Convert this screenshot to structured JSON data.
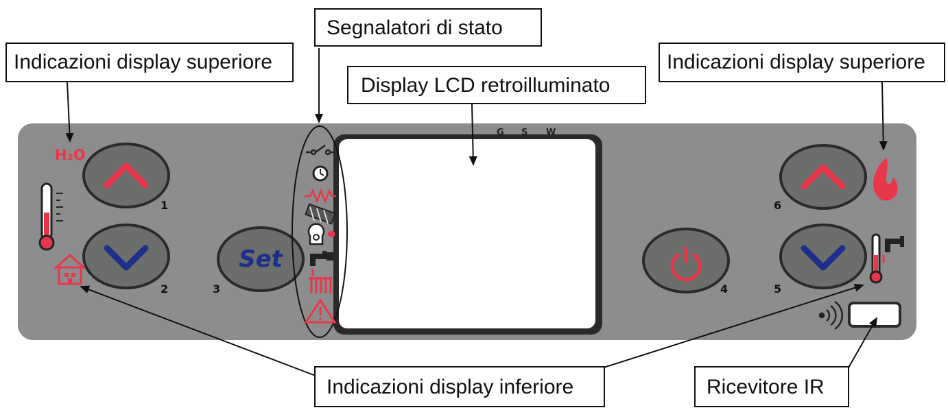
{
  "callouts": {
    "status_indicators": "Segnalatori di stato",
    "upper_display_left": "Indicazioni display superiore",
    "upper_display_right": "Indicazioni display superiore",
    "lcd_display": "Display LCD retroilluminato",
    "lower_display": "Indicazioni display inferiore",
    "ir_receiver": "Ricevitore IR"
  },
  "panel": {
    "h2o_label": "H₂O",
    "lcd_labels": [
      "G",
      "S",
      "W"
    ],
    "set_label": "Set",
    "button_numbers": {
      "b1": "1",
      "b2": "2",
      "b3": "3",
      "b4": "4",
      "b5": "5",
      "b6": "6"
    }
  },
  "icons": {
    "water_temp": "thermometer-icon",
    "home": "house-icon",
    "flame": "flame-icon",
    "tap_temp": "tap-thermometer-icon",
    "ir": "ir-signal-icon",
    "status": [
      "switch-icon",
      "clock-icon",
      "resistor-icon",
      "auger-icon",
      "fan-icon",
      "tap-icon",
      "radiator-icon",
      "warning-icon"
    ]
  },
  "colors": {
    "accent_red": "#e8374a",
    "accent_blue": "#1c2f8a",
    "panel": "#8c8d8c"
  }
}
